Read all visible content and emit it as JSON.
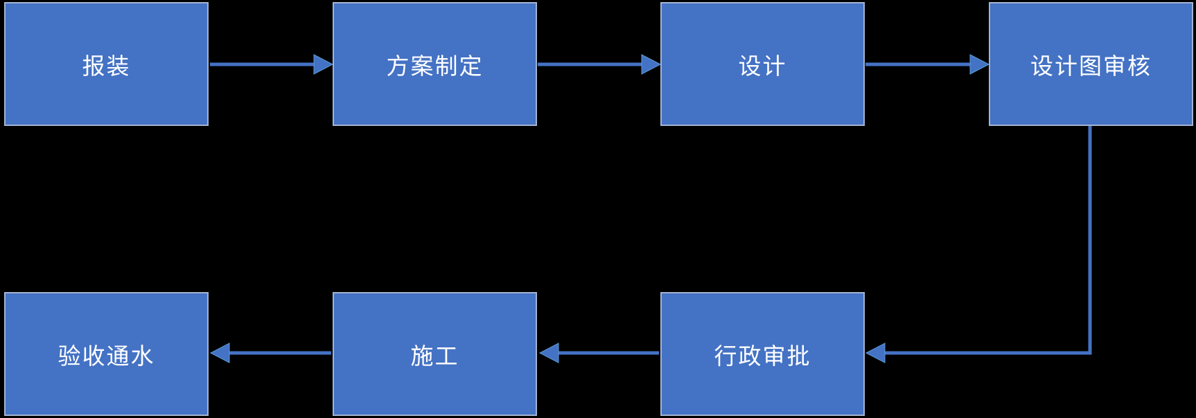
{
  "diagram": {
    "title": "water-supply-installation-flowchart",
    "colors": {
      "background": "#000000",
      "node_fill": "#4472C4",
      "node_border": "#A3B4D2",
      "node_text": "#FFFFFF",
      "arrow": "#4472C4"
    },
    "nodes": [
      {
        "id": "apply",
        "label": "报装",
        "row": 1,
        "col": 1
      },
      {
        "id": "plan",
        "label": "方案制定",
        "row": 1,
        "col": 2
      },
      {
        "id": "design",
        "label": "设计",
        "row": 1,
        "col": 3
      },
      {
        "id": "design-review",
        "label": "设计图审核",
        "row": 1,
        "col": 4
      },
      {
        "id": "admin-approval",
        "label": "行政审批",
        "row": 2,
        "col": 3
      },
      {
        "id": "construction",
        "label": "施工",
        "row": 2,
        "col": 2
      },
      {
        "id": "acceptance",
        "label": "验收通水",
        "row": 2,
        "col": 1
      }
    ],
    "edges": [
      {
        "from": "报装",
        "to": "方案制定",
        "type": "straight"
      },
      {
        "from": "方案制定",
        "to": "设计",
        "type": "straight"
      },
      {
        "from": "设计",
        "to": "设计图审核",
        "type": "straight"
      },
      {
        "from": "设计图审核",
        "to": "行政审批",
        "type": "elbow"
      },
      {
        "from": "行政审批",
        "to": "施工",
        "type": "straight"
      },
      {
        "from": "施工",
        "to": "验收通水",
        "type": "straight"
      }
    ]
  }
}
